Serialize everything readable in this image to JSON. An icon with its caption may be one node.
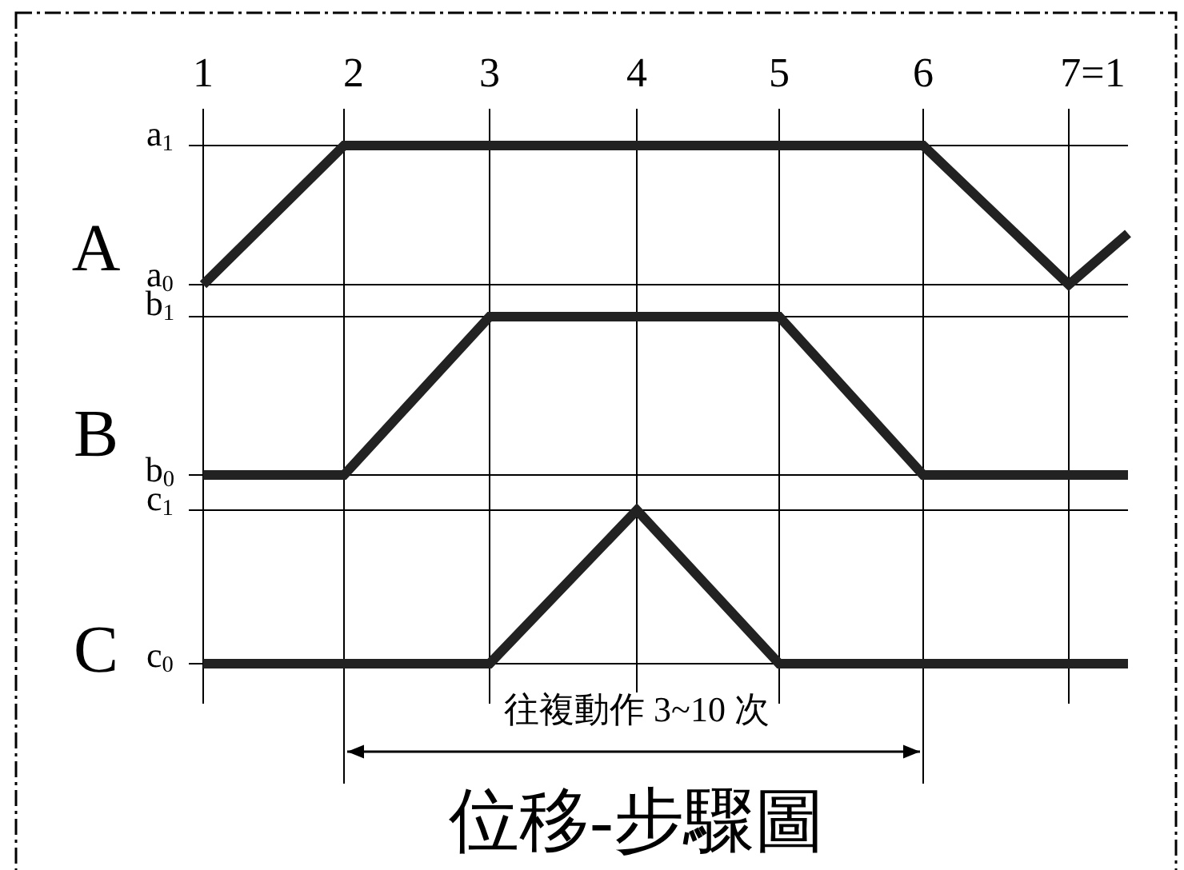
{
  "diagram": {
    "title": "位移-步驟圖",
    "labels": [
      "1",
      "2",
      "3",
      "4",
      "5",
      "6",
      "7=1",
      "A",
      "a$_{1}$",
      "a$_{0}$",
      "B",
      "b$_{1}$",
      "b$_{0}$",
      "C",
      "c$_{1}$",
      "c$_{0}$",
      "往複動作 3~10 次"
    ]
  }
}
